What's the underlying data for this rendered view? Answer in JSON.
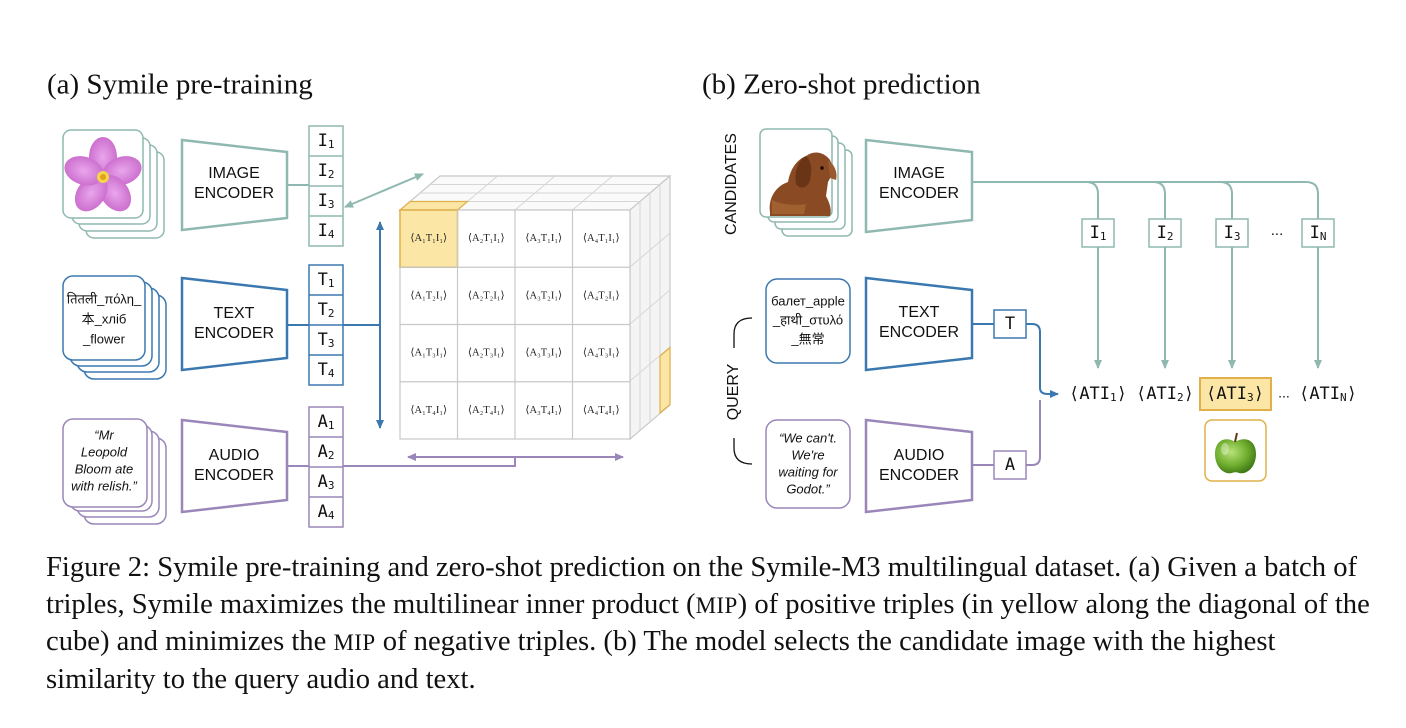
{
  "panel_a": {
    "title": "(a) Symile pre-training",
    "image_encoder": [
      "IMAGE",
      "ENCODER"
    ],
    "text_encoder": [
      "TEXT",
      "ENCODER"
    ],
    "audio_encoder": [
      "AUDIO",
      "ENCODER"
    ],
    "text_sample": [
      "तितली_πόλη_",
      "本_хліб",
      "_flower"
    ],
    "audio_sample": [
      "“Mr",
      "Leopold",
      "Bloom ate",
      "with relish.”"
    ],
    "image_tokens": [
      [
        "I",
        "1"
      ],
      [
        "I",
        "2"
      ],
      [
        "I",
        "3"
      ],
      [
        "I",
        "4"
      ]
    ],
    "text_tokens": [
      [
        "T",
        "1"
      ],
      [
        "T",
        "2"
      ],
      [
        "T",
        "3"
      ],
      [
        "T",
        "4"
      ]
    ],
    "audio_tokens": [
      [
        "A",
        "1"
      ],
      [
        "A",
        "2"
      ],
      [
        "A",
        "3"
      ],
      [
        "A",
        "4"
      ]
    ],
    "cube_cells": [
      [
        "⟨A₁T₁I₁⟩",
        "⟨A₂T₁I₁⟩",
        "⟨A₃T₁I₁⟩",
        "⟨A₄T₁I₁⟩"
      ],
      [
        "⟨A₁T₂I₁⟩",
        "⟨A₂T₂I₁⟩",
        "⟨A₃T₂I₁⟩",
        "⟨A₄T₂I₁⟩"
      ],
      [
        "⟨A₁T₃I₁⟩",
        "⟨A₂T₃I₁⟩",
        "⟨A₃T₃I₁⟩",
        "⟨A₄T₃I₁⟩"
      ],
      [
        "⟨A₁T₄I₁⟩",
        "⟨A₂T₄I₁⟩",
        "⟨A₃T₄I₁⟩",
        "⟨A₄T₄I₁⟩"
      ]
    ]
  },
  "panel_b": {
    "title": "(b) Zero-shot prediction",
    "candidates_label": "CANDIDATES",
    "query_label": "QUERY",
    "image_encoder": [
      "IMAGE",
      "ENCODER"
    ],
    "text_encoder": [
      "TEXT",
      "ENCODER"
    ],
    "audio_encoder": [
      "AUDIO",
      "ENCODER"
    ],
    "text_sample": [
      "балет_apple",
      "_हाथी_στυλό",
      "_無常"
    ],
    "audio_sample": [
      "“We can't.",
      "We're",
      "waiting for",
      "Godot.”"
    ],
    "candidate_tokens": [
      [
        "I",
        "1"
      ],
      [
        "I",
        "2"
      ],
      [
        "I",
        "3"
      ],
      [
        "I",
        "N"
      ]
    ],
    "ellipsis": "...",
    "text_token": "T",
    "audio_token": "A",
    "scores": [
      [
        "⟨ATI",
        "1",
        "⟩"
      ],
      [
        "⟨ATI",
        "2",
        "⟩"
      ],
      [
        "⟨ATI",
        "3",
        "⟩"
      ],
      [
        "⟨ATI",
        "N",
        "⟩"
      ]
    ],
    "score_ellipsis": "...",
    "selected_index": 2
  },
  "caption": {
    "part1": "Figure 2: Symile pre-training and zero-shot prediction on the Symile-M3 multilingual dataset. (a) Given a batch of triples, Symile maximizes the multilinear inner product (",
    "mip1": "MIP",
    "part2": ") of positive triples (in yellow along the diagonal of the cube) and minimizes the ",
    "mip2": "MIP",
    "part3": " of negative triples. (b) The model selects the candidate image with the highest similarity to the query audio and text."
  },
  "colors": {
    "image": "#8fb8b0",
    "text": "#3b78b0",
    "audio": "#9a86b8",
    "highlight_fill": "#fbe6a6",
    "highlight_stroke": "#e0b14a",
    "cube_line": "#c8c8c8"
  }
}
